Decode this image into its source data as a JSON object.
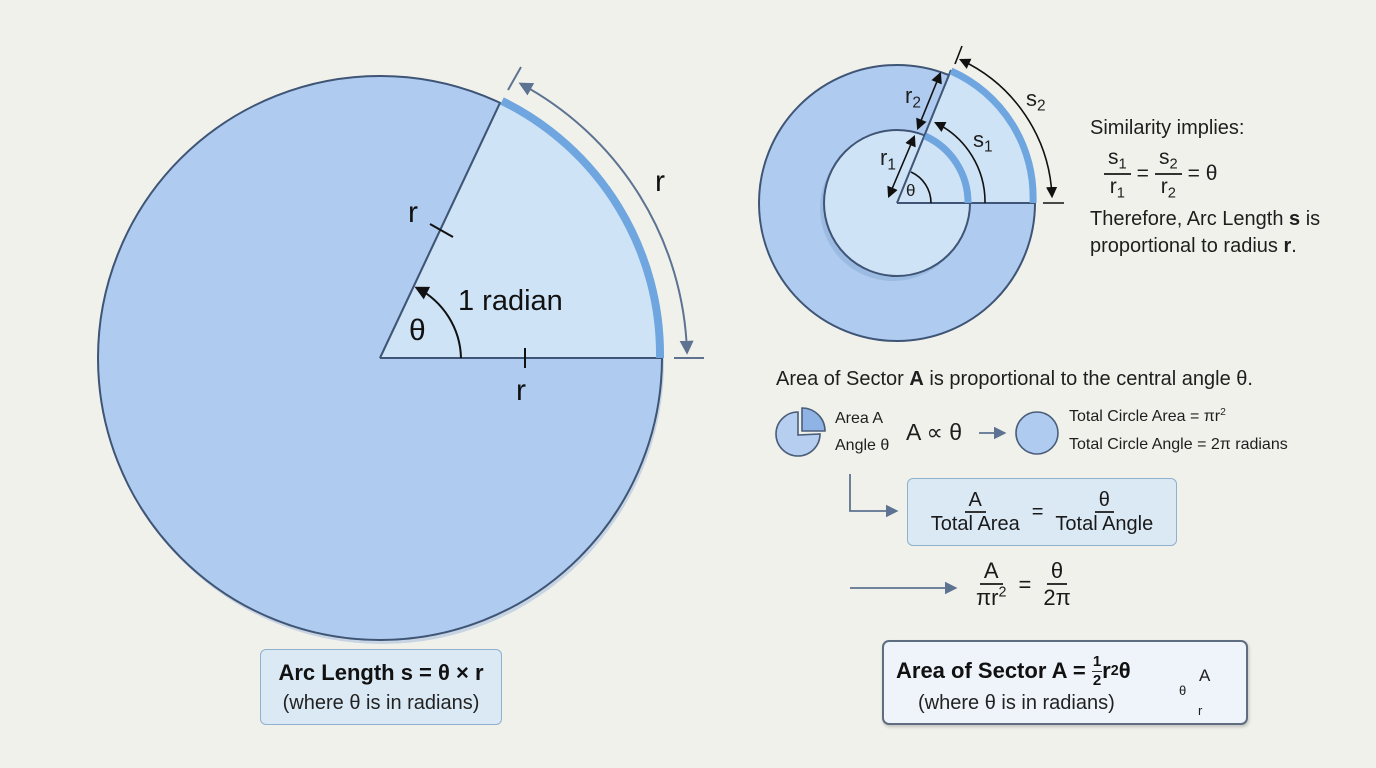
{
  "colors": {
    "background": "#f1f1ec",
    "circle_fill": "#afcbef",
    "sector_fill": "#cfe3f6",
    "arc_highlight": "#6fa6e0",
    "outline": "#3f5575",
    "arrow": "#5d7391",
    "formula_box_fill": "#dbe9f5"
  },
  "left_diagram": {
    "radius_label_top": "r",
    "radius_label_bottom": "r",
    "arc_label": "r",
    "angle_label": "θ",
    "angle_caption": "1 radian"
  },
  "arc_length_box": {
    "formula": "Arc Length s = θ × r",
    "note": "(where θ is in radians)"
  },
  "similarity_diagram": {
    "r1": "r",
    "r1_sub": "1",
    "r2": "r",
    "r2_sub": "2",
    "s1": "s",
    "s1_sub": "1",
    "s2": "s",
    "s2_sub": "2",
    "angle_label": "θ"
  },
  "similarity_text": {
    "heading": "Similarity implies:",
    "s1": "s",
    "sub1": "1",
    "r1": "r",
    "s2": "s",
    "sub2": "2",
    "r2": "r",
    "eq": "=",
    "rhs": "= θ",
    "conclusion_line1_prefix": "Therefore, Arc Length ",
    "conclusion_line1_bold": "s",
    "conclusion_line1_suffix": " is",
    "conclusion_line2_prefix": "proportional to radius ",
    "conclusion_line2_bold": "r",
    "conclusion_line2_suffix": "."
  },
  "area_section": {
    "heading_prefix": "Area of Sector ",
    "heading_bold": "A",
    "heading_suffix": " is proportional to the central angle θ.",
    "legend_area": "Area A",
    "legend_angle": "Angle θ",
    "proportional": "A ∝ θ",
    "total_area_prefix": "Total Circle Area = πr",
    "total_area_sup": "2",
    "total_angle": "Total Circle Angle = 2π radians",
    "ratio_num_left": "A",
    "ratio_den_left": "Total Area",
    "ratio_num_right": "θ",
    "ratio_den_right": "Total Angle",
    "ratio_eq": "=",
    "sub_num_left": "A",
    "sub_den_left_prefix": "πr",
    "sub_den_left_sup": "2",
    "sub_num_right": "θ",
    "sub_den_right": "2π",
    "sub_eq": "="
  },
  "sector_area_box": {
    "formula_prefix": "Area of Sector A = ",
    "half_num": "1",
    "half_den": "2",
    "formula_r": "r",
    "formula_sup": "2",
    "formula_theta": "θ",
    "note": "(where θ is in radians)",
    "icon_label_area": "A",
    "icon_label_angle": "θ",
    "icon_label_radius": "r"
  }
}
